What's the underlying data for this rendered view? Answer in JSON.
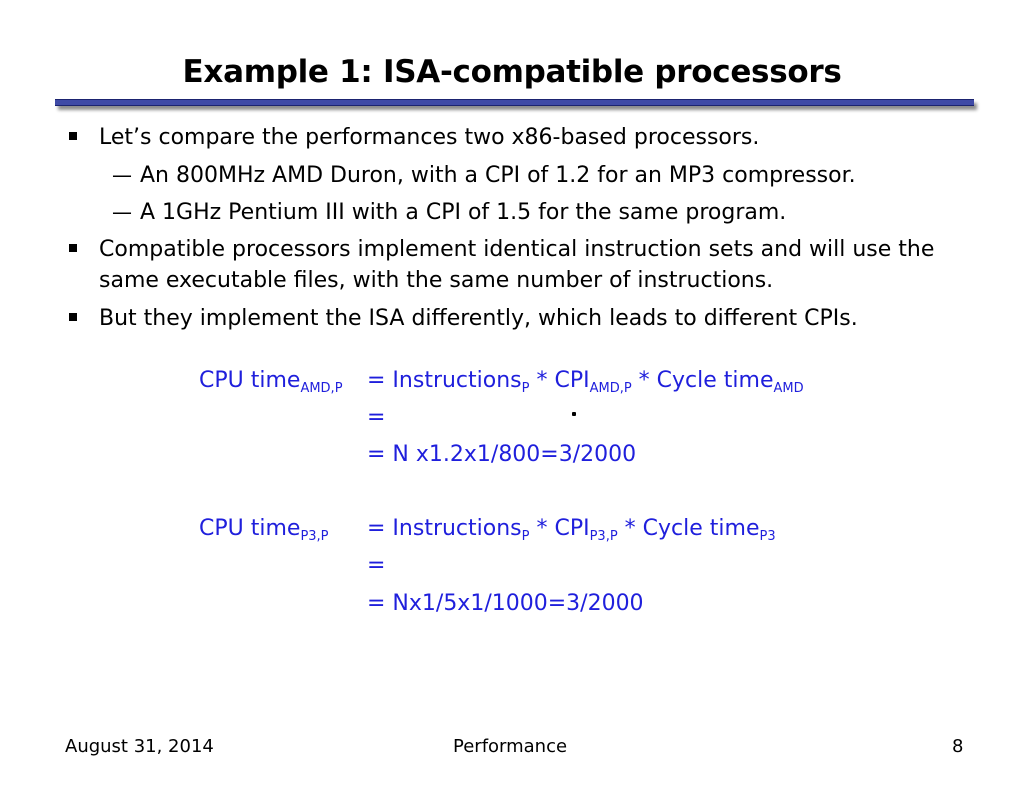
{
  "slide": {
    "title": "Example 1: ISA-compatible processors",
    "bullets": [
      "Let’s compare the performances two x86-based processors.",
      "An 800MHz AMD Duron, with a CPI of 1.2 for an MP3 compressor.",
      "A 1GHz Pentium III with a CPI of 1.5 for the same program.",
      "Compatible processors implement identical instruction sets and will use the same executable files, with the same number of instructions.",
      "But they implement the ISA differently, which leads to different CPIs."
    ],
    "equations": {
      "amd": {
        "lhs": "CPU time",
        "lhs_sub": "AMD,P",
        "row1": {
          "a": "= Instructions",
          "a_sub": "P",
          "b": " * CPI",
          "b_sub": "AMD,P",
          "c": " * Cycle time",
          "c_sub": "AMD"
        },
        "row2": "=",
        "row3": "= N x1.2x1/800=3/2000"
      },
      "p3": {
        "lhs": "CPU time",
        "lhs_sub": "P3,P",
        "row1": {
          "a": "= Instructions",
          "a_sub": "P",
          "b": " * CPI",
          "b_sub": "P3,P",
          "c": " * Cycle time",
          "c_sub": "P3"
        },
        "row2": "=",
        "row3": "= Nx1/5x1/1000=3/2000"
      }
    }
  },
  "footer": {
    "date": "August 31, 2014",
    "topic": "Performance",
    "page": "8"
  },
  "colors": {
    "equation_text": "#1f1fdc",
    "title_rule": "#3f4aa6"
  }
}
